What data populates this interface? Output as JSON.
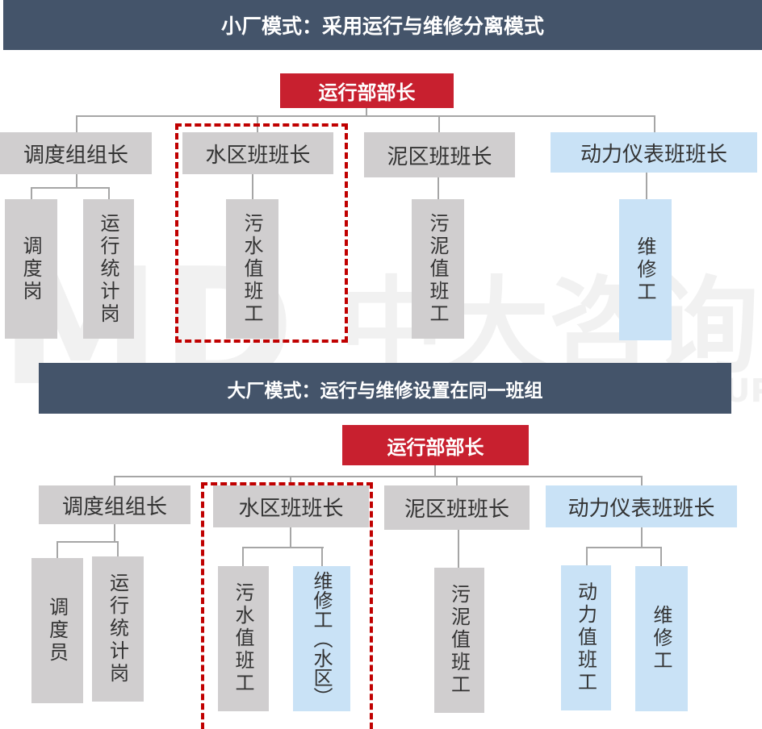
{
  "watermark": {
    "logo": "MD",
    "name": "中大咨询",
    "subtitle": "CONSULTING GROUP"
  },
  "small_plant": {
    "title": "小厂模式：采用运行与维修分离模式",
    "root": "运行部部长",
    "teams": [
      {
        "label": "调度组组长",
        "color": "gray",
        "members": [
          {
            "label": "调度岗",
            "color": "gray"
          },
          {
            "label": "运行统计岗",
            "color": "gray"
          }
        ]
      },
      {
        "label": "水区班班长",
        "color": "gray",
        "highlighted": true,
        "members": [
          {
            "label": "污水值班工",
            "color": "gray"
          }
        ]
      },
      {
        "label": "泥区班班长",
        "color": "gray",
        "members": [
          {
            "label": "污泥值班工",
            "color": "gray"
          }
        ]
      },
      {
        "label": "动力仪表班班长",
        "color": "blue",
        "members": [
          {
            "label": "维修工",
            "color": "blue"
          }
        ]
      }
    ]
  },
  "large_plant": {
    "title": "大厂模式：运行与维修设置在同一班组",
    "root": "运行部部长",
    "teams": [
      {
        "label": "调度组组长",
        "color": "gray",
        "members": [
          {
            "label": "调度员",
            "color": "gray"
          },
          {
            "label": "运行统计岗",
            "color": "gray"
          }
        ]
      },
      {
        "label": "水区班班长",
        "color": "gray",
        "highlighted": true,
        "members": [
          {
            "label": "污水值班工",
            "color": "gray"
          },
          {
            "label": "维修工（水区）",
            "color": "blue"
          }
        ]
      },
      {
        "label": "泥区班班长",
        "color": "gray",
        "members": [
          {
            "label": "污泥值班工",
            "color": "gray"
          }
        ]
      },
      {
        "label": "动力仪表班班长",
        "color": "blue",
        "members": [
          {
            "label": "动力值班工",
            "color": "blue"
          },
          {
            "label": "维修工",
            "color": "blue"
          }
        ]
      }
    ]
  },
  "colors": {
    "banner": "#44546a",
    "root": "#c8202f",
    "operation": "#d0cecf",
    "maintenance": "#c9e2f6",
    "highlight": "#c00000"
  }
}
